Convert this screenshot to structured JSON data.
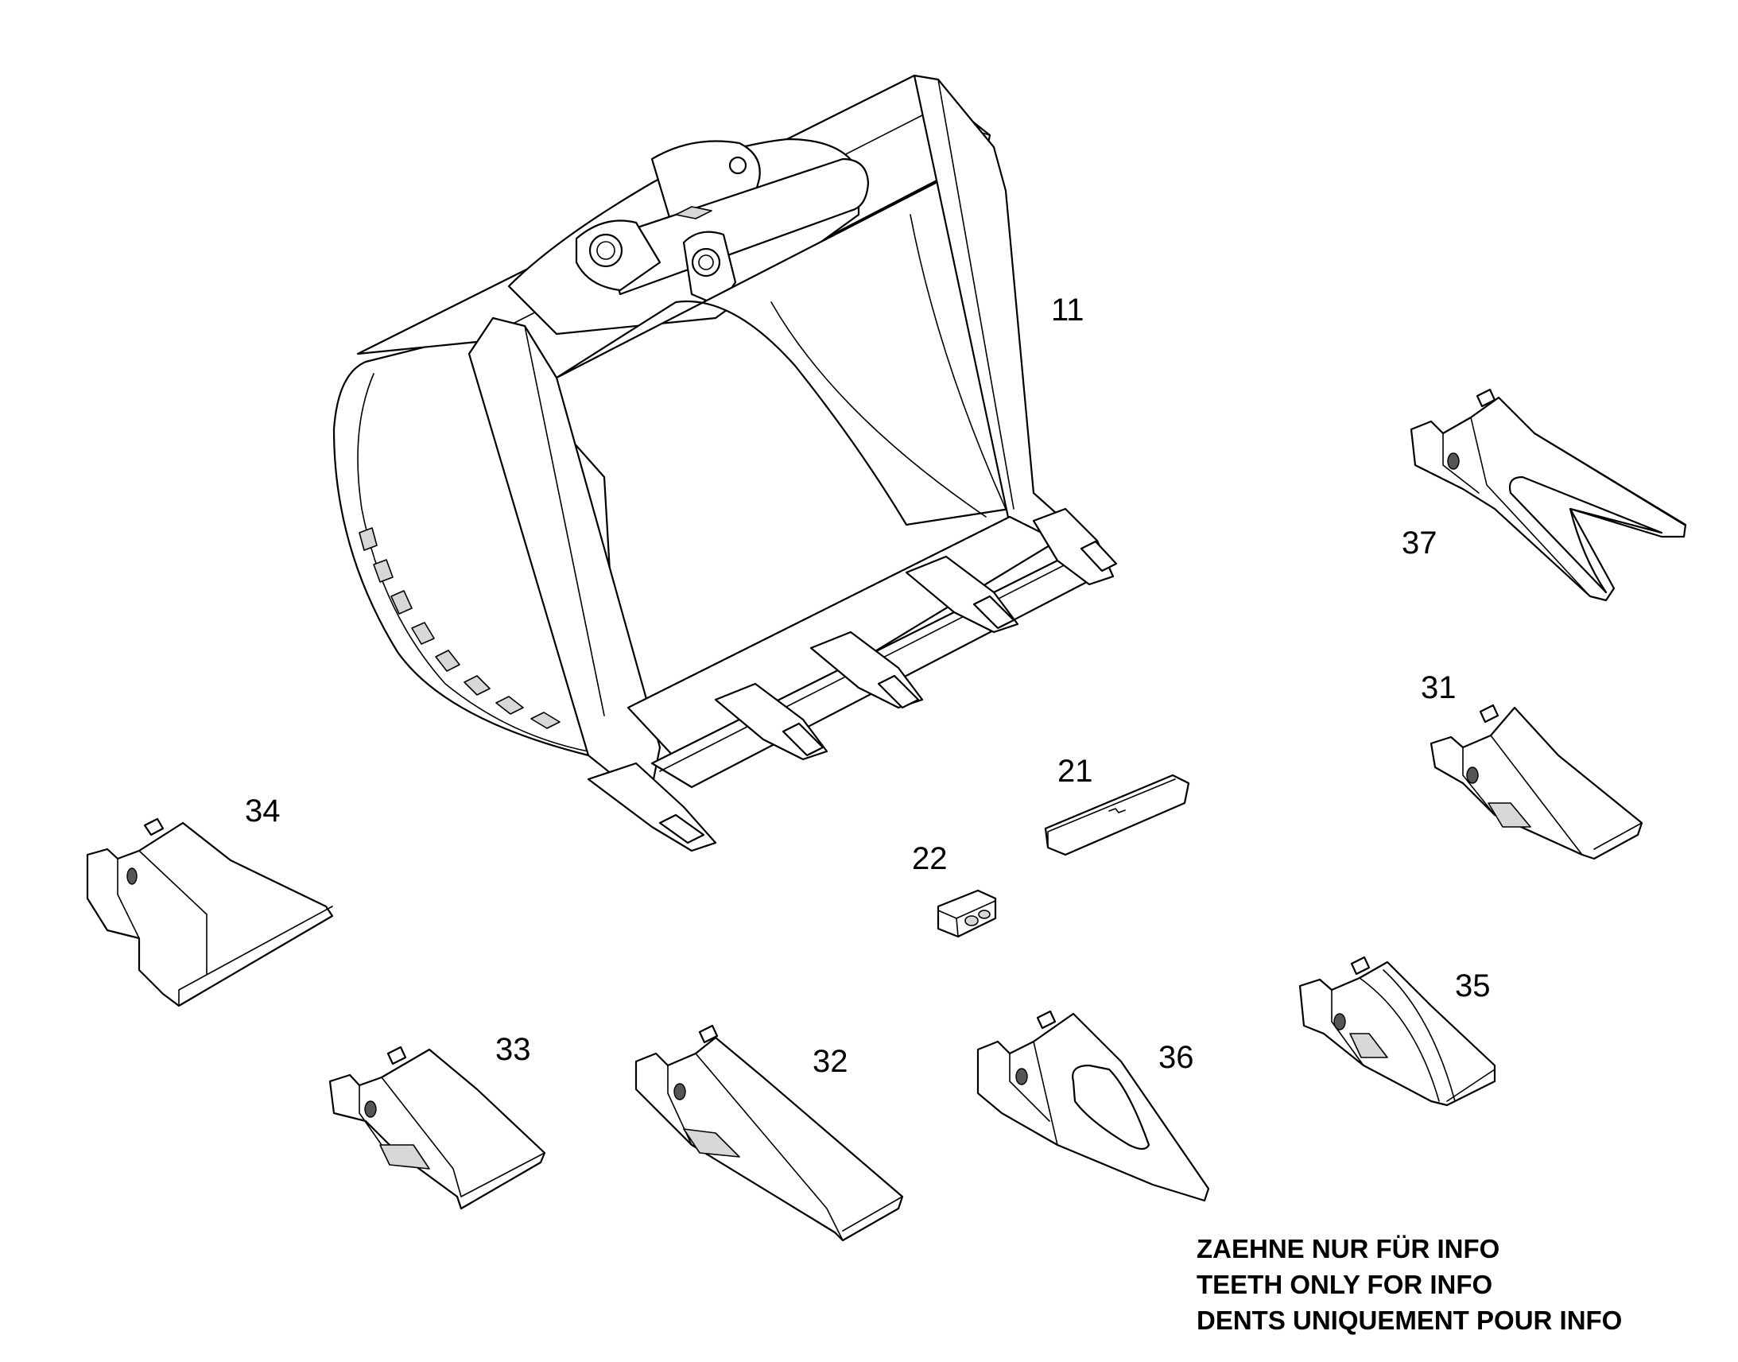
{
  "callouts": {
    "bucket": "11",
    "wear_strip": "21",
    "retainer": "22",
    "tooth_31": "31",
    "tooth_32": "32",
    "tooth_33": "33",
    "tooth_34": "34",
    "tooth_35": "35",
    "tooth_36": "36",
    "tooth_37": "37"
  },
  "note": {
    "line_de": "ZAEHNE NUR FÜR INFO",
    "line_en": "TEETH ONLY FOR INFO",
    "line_fr": "DENTS UNIQUEMENT POUR INFO"
  }
}
